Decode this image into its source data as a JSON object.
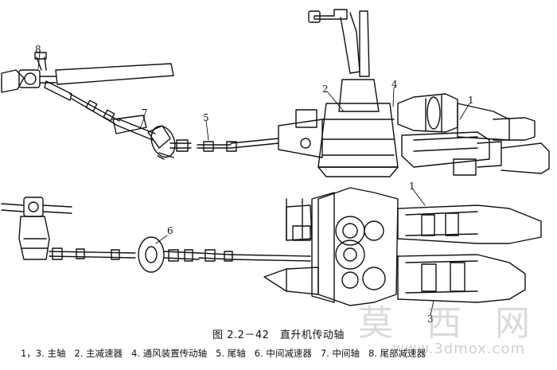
{
  "figure": {
    "caption": "图 2.2－42　直升机传动轴",
    "legend": [
      "1，3. 主轴",
      "2. 主减速器",
      "4. 通风装置传动轴",
      "5. 尾轴",
      "6. 中间减速器",
      "7. 中间轴",
      "8. 尾部减速器"
    ],
    "callouts": {
      "c1a": "1",
      "c1b": "1",
      "c2": "2",
      "c3": "3",
      "c4": "4",
      "c5": "5",
      "c6": "6",
      "c7": "7",
      "c8": "8"
    }
  },
  "watermark": {
    "text": "莫 西 网",
    "url": "www.3dmox.com"
  },
  "colors": {
    "ink": "#111111",
    "paper": "#ffffff"
  }
}
